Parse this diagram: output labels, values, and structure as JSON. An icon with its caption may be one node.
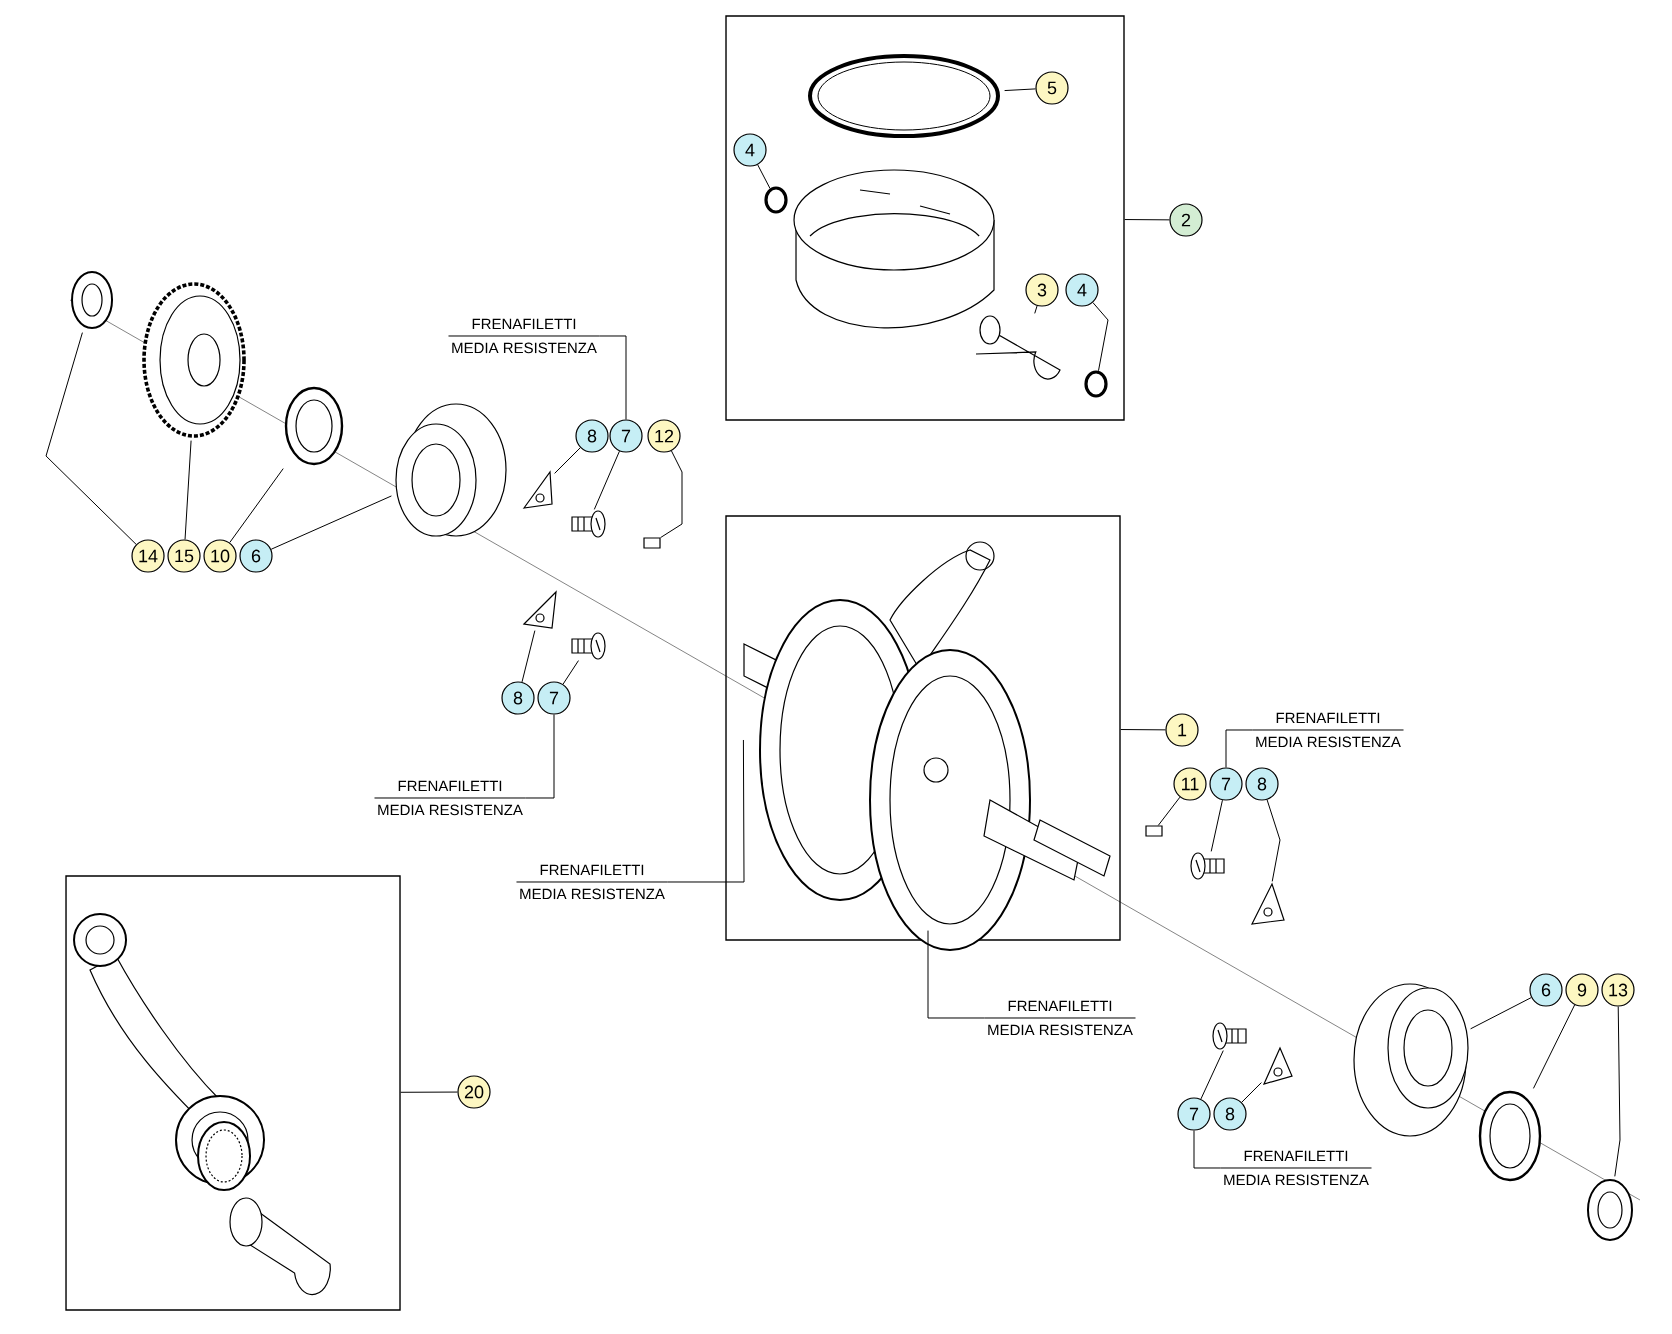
{
  "diagram": {
    "nodes": [
      {
        "text": [],
        "shape": "box"
      },
      {
        "text": [
          "5"
        ],
        "in": 0
      },
      {
        "text": [
          "4"
        ],
        "in": 0
      },
      {
        "text": [
          "2"
        ]
      },
      {
        "text": [
          "3"
        ],
        "in": 0
      },
      {
        "text": [
          "4"
        ],
        "in": 0
      },
      {
        "text": [
          "FRENAFILETTI",
          "MEDIA RESISTENZA"
        ]
      },
      {
        "text": [
          "8"
        ]
      },
      {
        "text": [
          "7"
        ]
      },
      {
        "text": [
          "12"
        ]
      },
      {
        "text": [],
        "shape": "box"
      },
      {
        "text": [
          "14"
        ]
      },
      {
        "text": [
          "15"
        ]
      },
      {
        "text": [
          "10"
        ]
      },
      {
        "text": [
          "6"
        ]
      },
      {
        "text": [
          "1"
        ]
      },
      {
        "text": [
          "FRENAFILETTI",
          "MEDIA RESISTENZA"
        ]
      },
      {
        "text": [
          "11"
        ]
      },
      {
        "text": [
          "7"
        ]
      },
      {
        "text": [
          "8"
        ]
      },
      {
        "text": [
          "8"
        ]
      },
      {
        "text": [
          "7"
        ]
      },
      {
        "text": [
          "FRENAFILETTI",
          "MEDIA RESISTENZA"
        ]
      },
      {
        "text": [
          "FRENAFILETTI",
          "MEDIA RESISTENZA"
        ]
      },
      {
        "text": [],
        "shape": "box"
      },
      {
        "text": [
          "20"
        ]
      },
      {
        "text": [
          "FRENAFILETTI",
          "MEDIA RESISTENZA"
        ]
      },
      {
        "text": [
          "6"
        ]
      },
      {
        "text": [
          "9"
        ]
      },
      {
        "text": [
          "13"
        ]
      },
      {
        "text": [
          "7"
        ]
      },
      {
        "text": [
          "8"
        ]
      },
      {
        "text": [
          "FRENAFILETTI",
          "MEDIA RESISTENZA"
        ]
      },
      {
        "text": [],
        "shape": "picture",
        "in": 0
      },
      {
        "text": [],
        "shape": "circle",
        "in": 0
      },
      {
        "text": [],
        "shape": "picture",
        "in": 0
      },
      {
        "text": [],
        "shape": "circle",
        "in": 0
      },
      {
        "text": [],
        "shape": "picture"
      },
      {
        "text": [],
        "shape": "picture"
      },
      {
        "text": [],
        "shape": "picture"
      },
      {
        "text": [],
        "shape": "picture"
      },
      {
        "text": [],
        "shape": "picture"
      },
      {
        "text": [],
        "shape": "picture"
      },
      {
        "text": [],
        "shape": "box"
      },
      {
        "text": [],
        "shape": "picture"
      },
      {
        "text": [],
        "shape": "picture"
      },
      {
        "text": [],
        "shape": "picture",
        "in": 10
      },
      {
        "text": [],
        "shape": "box"
      },
      {
        "text": [],
        "shape": "picture"
      },
      {
        "text": [],
        "shape": "picture"
      },
      {
        "text": [],
        "shape": "picture"
      },
      {
        "text": [],
        "shape": "picture"
      },
      {
        "text": [],
        "shape": "picture"
      },
      {
        "text": [],
        "shape": "picture"
      },
      {
        "text": [],
        "shape": "picture"
      }
    ],
    "edges": [
      {
        "from": 1,
        "to": 33,
        "arrow": "none"
      },
      {
        "from": 2,
        "to": 34,
        "arrow": "none"
      },
      {
        "from": 3,
        "to": 0,
        "arrow": "none"
      },
      {
        "from": 4,
        "to": 35,
        "arrow": "none"
      },
      {
        "from": 5,
        "to": 36,
        "arrow": "none"
      },
      {
        "from": 6,
        "to": 8,
        "arrow": "none"
      },
      {
        "from": 7,
        "to": 41,
        "arrow": "none"
      },
      {
        "from": 8,
        "to": 42,
        "arrow": "none"
      },
      {
        "from": 9,
        "to": 43,
        "arrow": "none"
      },
      {
        "from": 11,
        "to": 37,
        "arrow": "none"
      },
      {
        "from": 12,
        "to": 38,
        "arrow": "none"
      },
      {
        "from": 13,
        "to": 39,
        "arrow": "none"
      },
      {
        "from": 14,
        "to": 40,
        "arrow": "none"
      },
      {
        "from": 15,
        "to": 10,
        "arrow": "none"
      },
      {
        "from": 16,
        "to": 18,
        "arrow": "none"
      },
      {
        "from": 17,
        "to": 47,
        "arrow": "none"
      },
      {
        "from": 18,
        "to": 48,
        "arrow": "none"
      },
      {
        "from": 19,
        "to": 49,
        "arrow": "none"
      },
      {
        "from": 20,
        "to": 44,
        "arrow": "none"
      },
      {
        "from": 21,
        "to": 45,
        "arrow": "none"
      },
      {
        "from": 22,
        "to": 21,
        "arrow": "none"
      },
      {
        "from": 23,
        "to": 46,
        "arrow": "none"
      },
      {
        "from": 25,
        "to": 24,
        "arrow": "none"
      },
      {
        "from": 26,
        "to": 46,
        "arrow": "none"
      },
      {
        "from": 27,
        "to": 50,
        "arrow": "none"
      },
      {
        "from": 28,
        "to": 51,
        "arrow": "none"
      },
      {
        "from": 29,
        "to": 52,
        "arrow": "none"
      },
      {
        "from": 30,
        "to": 53,
        "arrow": "none"
      },
      {
        "from": 31,
        "to": 54,
        "arrow": "none"
      },
      {
        "from": 32,
        "to": 30,
        "arrow": "none"
      }
    ]
  }
}
